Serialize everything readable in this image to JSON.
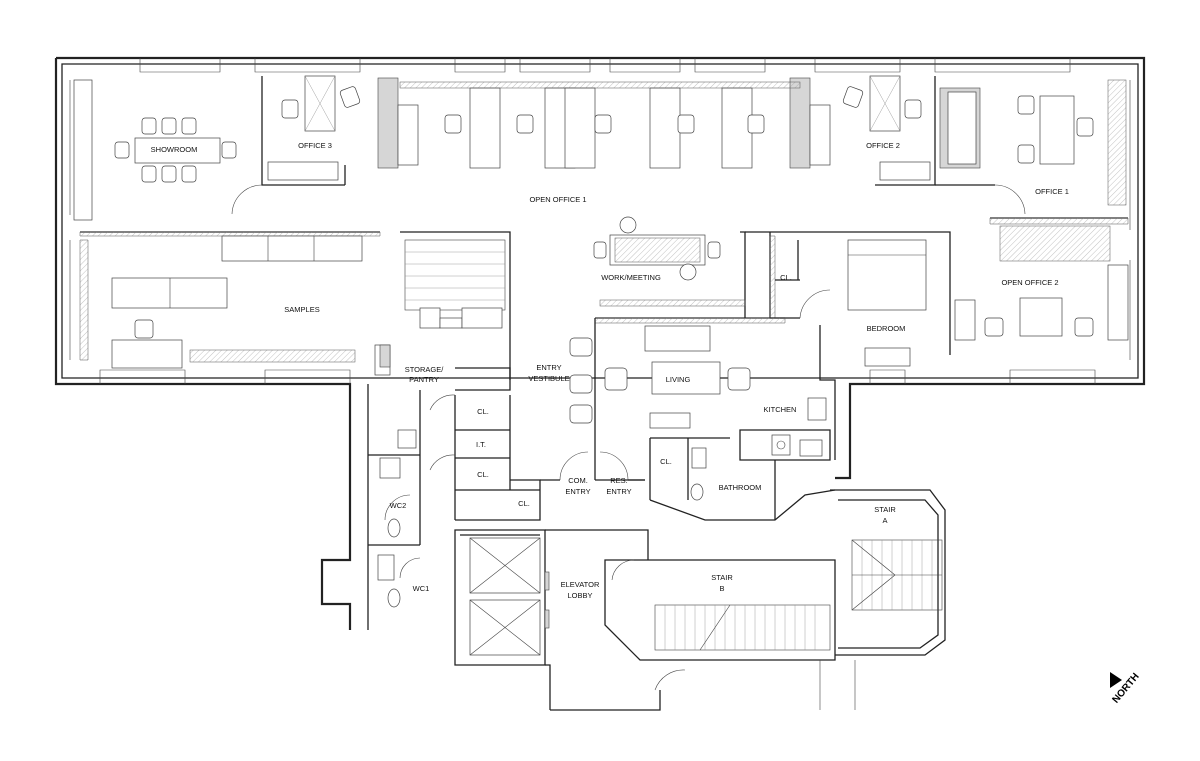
{
  "rooms": {
    "showroom": "SHOWROOM",
    "office3": "OFFICE 3",
    "open_office1": "OPEN OFFICE 1",
    "office2": "OFFICE 2",
    "office1": "OFFICE 1",
    "work_meeting": "WORK/MEETING",
    "samples": "SAMPLES",
    "cl_upper": "CL.",
    "open_office2": "OPEN OFFICE 2",
    "bedroom": "BEDROOM",
    "storage_line1": "STORAGE/",
    "storage_line2": "PANTRY",
    "entry_line1": "ENTRY",
    "entry_line2": "VESTIBULE",
    "living": "LIVING",
    "kitchen": "KITCHEN",
    "cl_a": "CL.",
    "it": "I.T.",
    "cl_b": "CL.",
    "cl_c": "CL.",
    "com_line1": "COM.",
    "com_line2": "ENTRY",
    "res_line1": "RES.",
    "res_line2": "ENTRY",
    "cl_bath": "CL.",
    "bathroom": "BATHROOM",
    "stair_a_line1": "STAIR",
    "stair_a_line2": "A",
    "wc2": "WC2",
    "wc1": "WC1",
    "elevator_line1": "ELEVATOR",
    "elevator_line2": "LOBBY",
    "stair_b_line1": "STAIR",
    "stair_b_line2": "B"
  },
  "north_label": "NORTH",
  "colors": {
    "line": "#222222",
    "background": "#ffffff"
  }
}
